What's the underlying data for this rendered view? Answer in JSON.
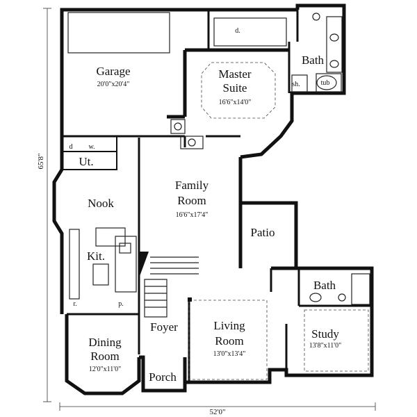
{
  "rooms": {
    "garage": {
      "name": "Garage",
      "dim": "20'0\"x20'4\""
    },
    "master": {
      "name1": "Master",
      "name2": "Suite",
      "dim": "16'6\"x14'0\""
    },
    "bath_master": {
      "name": "Bath"
    },
    "family": {
      "name1": "Family",
      "name2": "Room",
      "dim": "16'6\"x17'4\""
    },
    "nook": {
      "name": "Nook"
    },
    "kit": {
      "name": "Kit."
    },
    "ut": {
      "name": "Ut."
    },
    "patio": {
      "name": "Patio"
    },
    "bath2": {
      "name": "Bath"
    },
    "study": {
      "name": "Study",
      "dim": "13'8\"x11'0\""
    },
    "living": {
      "name1": "Living",
      "name2": "Room",
      "dim": "13'0\"x13'4\""
    },
    "foyer": {
      "name": "Foyer"
    },
    "dining": {
      "name1": "Dining",
      "name2": "Room",
      "dim": "12'0\"x11'0\""
    },
    "porch": {
      "name": "Porch"
    }
  },
  "labels": {
    "closet_d": "d.",
    "sh": "sh.",
    "tub": "tub",
    "dw": "d",
    "w": "w.",
    "r": "r.",
    "p": "p."
  },
  "dimensions": {
    "width": "52'0\"",
    "depth": "65'8\""
  }
}
